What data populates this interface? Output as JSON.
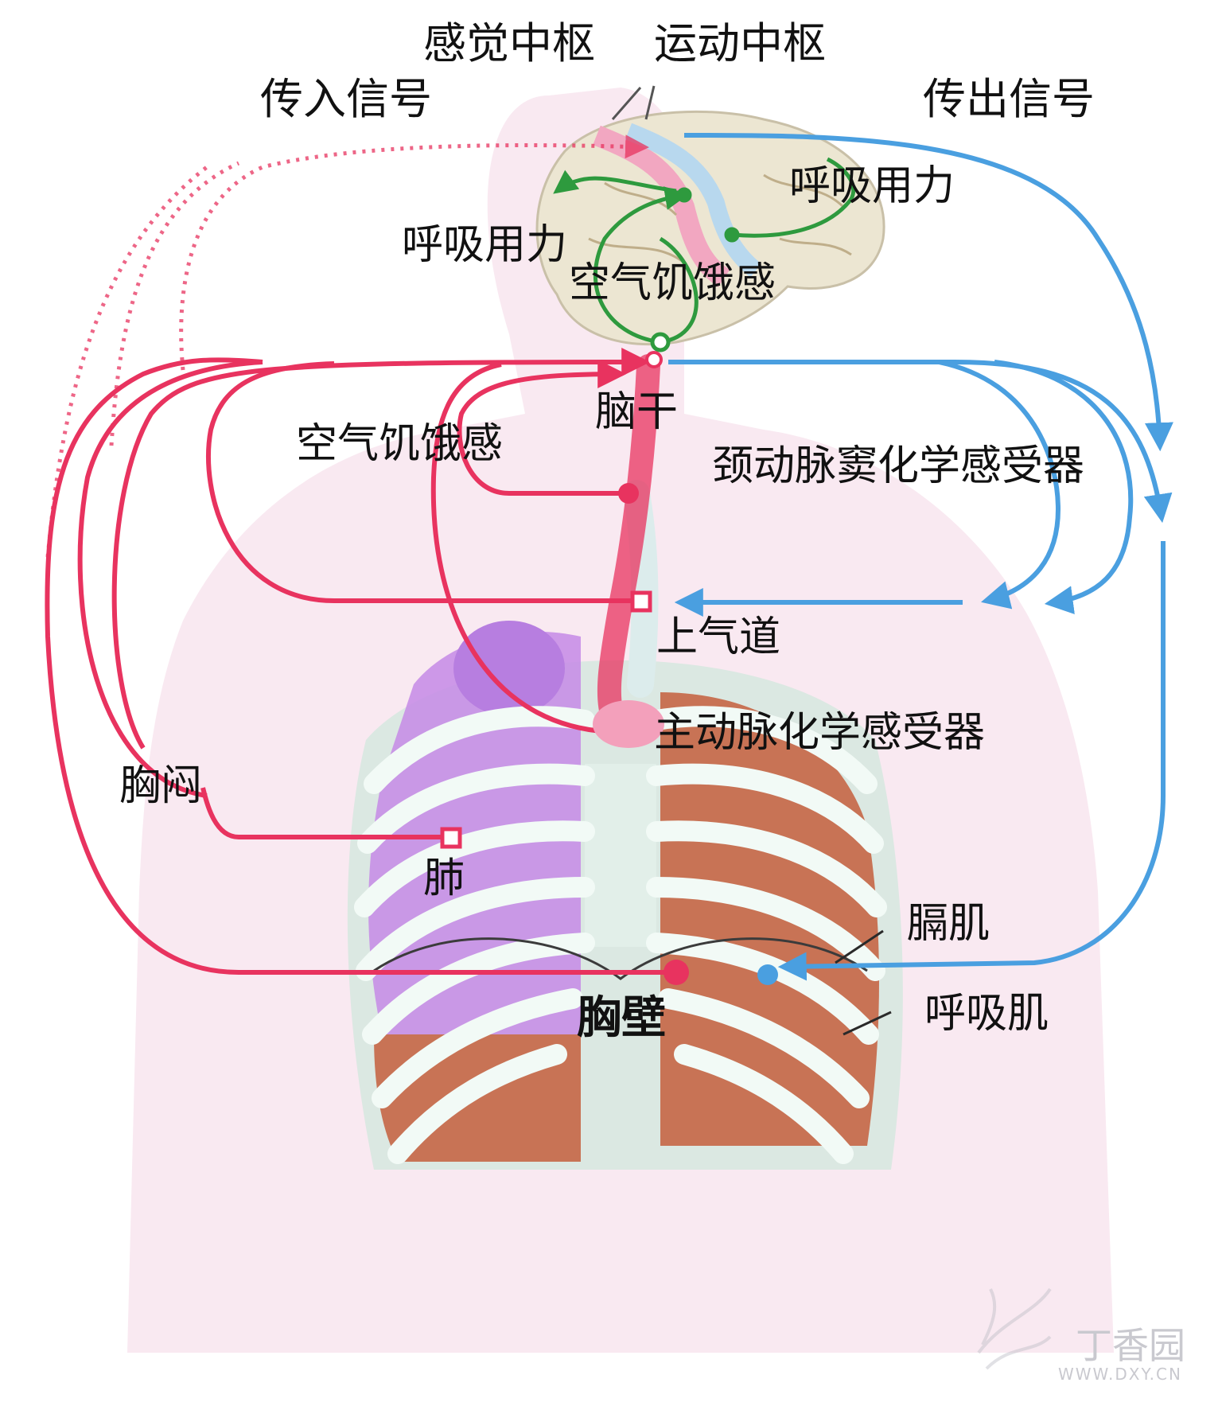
{
  "labels": {
    "sensory_center": "感觉中枢",
    "motor_center": "运动中枢",
    "afferent_signal": "传入信号",
    "efferent_signal": "传出信号",
    "respiratory_effort_right": "呼吸用力",
    "respiratory_effort_left": "呼吸用力",
    "air_hunger_brain": "空气饥饿感",
    "air_hunger_left": "空气饥饿感",
    "brainstem": "脑干",
    "carotid_chemoreceptor": "颈动脉窦化学感受器",
    "upper_airway": "上气道",
    "aortic_chemoreceptor": "主动脉化学感受器",
    "chest_tightness": "胸闷",
    "lung": "肺",
    "diaphragm": "膈肌",
    "chest_wall": "胸壁",
    "respiratory_muscle": "呼吸肌"
  },
  "watermark": {
    "brand": "丁香园",
    "url": "WWW.DXY.CN"
  },
  "colors": {
    "afferent": "#e8335f",
    "efferent": "#4a9fe0",
    "cortical": "#2e9a3e",
    "lung": "#c58ae6",
    "muscle": "#c87355",
    "rib": "#eef6f2",
    "body": "#f9e9f1"
  }
}
